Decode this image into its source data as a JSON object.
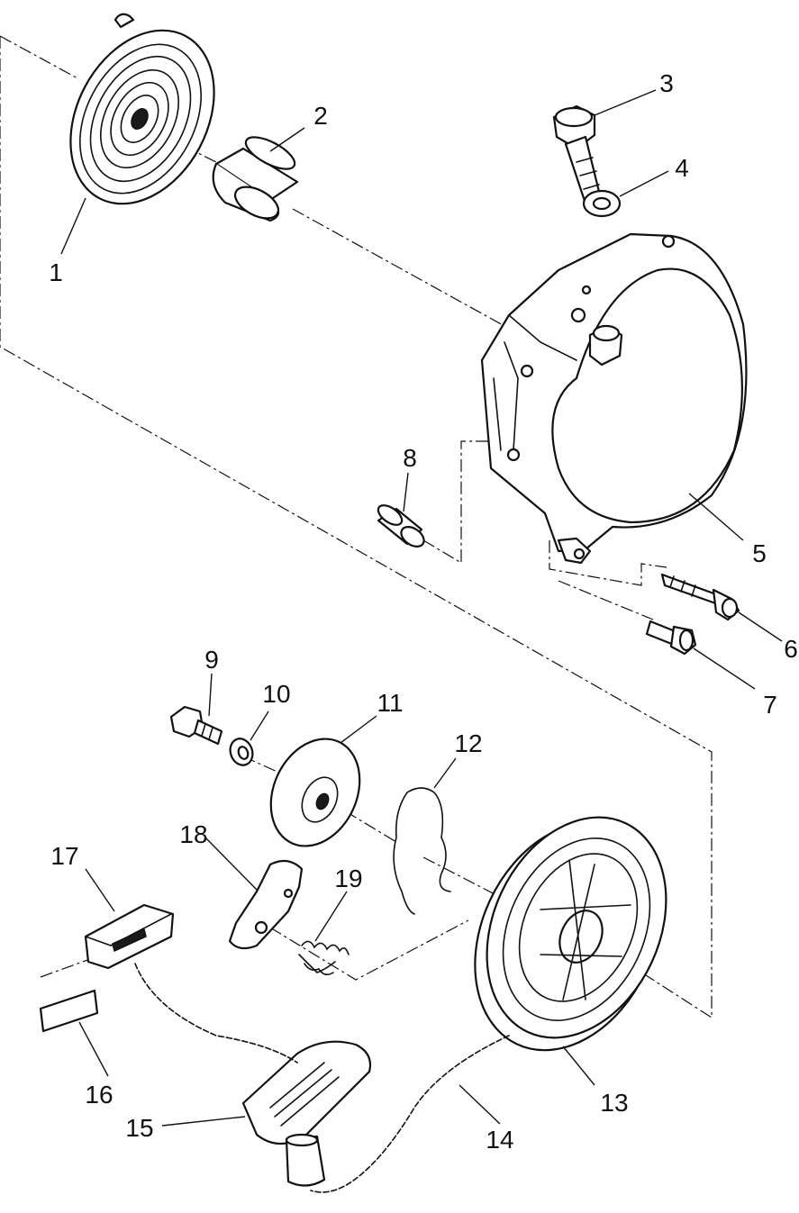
{
  "callouts": [
    {
      "id": "1",
      "text": "1"
    },
    {
      "id": "2",
      "text": "2"
    },
    {
      "id": "3",
      "text": "3"
    },
    {
      "id": "4",
      "text": "4"
    },
    {
      "id": "5",
      "text": "5"
    },
    {
      "id": "6",
      "text": "6"
    },
    {
      "id": "7",
      "text": "7"
    },
    {
      "id": "8",
      "text": "8"
    },
    {
      "id": "9",
      "text": "9"
    },
    {
      "id": "10",
      "text": "10"
    },
    {
      "id": "11",
      "text": "11"
    },
    {
      "id": "12",
      "text": "12"
    },
    {
      "id": "13",
      "text": "13"
    },
    {
      "id": "14",
      "text": "14"
    },
    {
      "id": "15",
      "text": "15"
    },
    {
      "id": "16",
      "text": "16"
    },
    {
      "id": "17",
      "text": "17"
    },
    {
      "id": "18",
      "text": "18"
    },
    {
      "id": "19",
      "text": "19"
    }
  ],
  "colors": {
    "line": "#111111",
    "background": "#ffffff"
  }
}
